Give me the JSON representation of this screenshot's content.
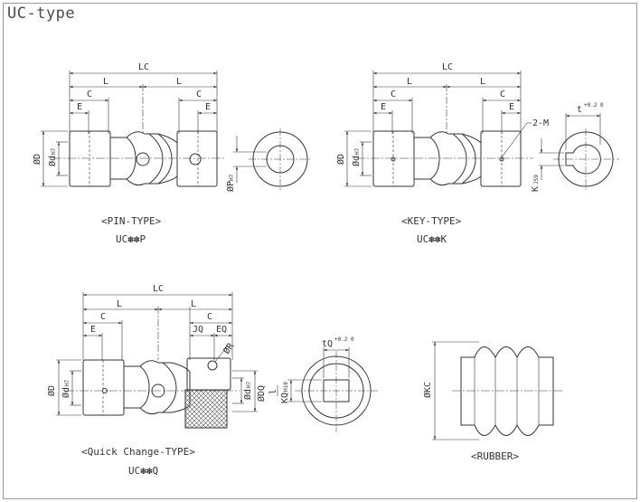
{
  "page_title": "UC-type",
  "pin_type": {
    "dims": {
      "lc": "LC",
      "l_left": "L",
      "l_right": "L",
      "c_left": "C",
      "c_right": "C",
      "e_left": "E",
      "e_right": "E"
    },
    "dia_d": "ØD",
    "dia_bore": "Ød",
    "bore_tol": "H7",
    "pin": "ØP",
    "pin_tol": "H7",
    "caption": "<PIN-TYPE>",
    "model": "UC✽✽P"
  },
  "key_type": {
    "dims": {
      "lc": "LC",
      "l_left": "L",
      "l_right": "L",
      "c_left": "C",
      "c_right": "C",
      "e_left": "E",
      "e_right": "E"
    },
    "dia_d": "ØD",
    "dia_bore": "Ød",
    "bore_tol": "H7",
    "screw": "2-M",
    "keyway_t": "t",
    "keyway_t_tol": "+0.2\n0",
    "keyway_k": "K",
    "keyway_k_tol": "JS9",
    "caption": "<KEY-TYPE>",
    "model": "UC✽✽K"
  },
  "quick_type": {
    "dims": {
      "lc": "LC",
      "l_left": "L",
      "l_right": "L",
      "c_left": "C",
      "c_right": "C",
      "e_left": "E",
      "jq": "JQ",
      "eq": "EQ",
      "r": "ØR"
    },
    "dia_d": "ØD",
    "dia_bore": "Ød",
    "bore_tol": "H7",
    "dia_dq": "ØDQ",
    "dia_bore_r": "Ød",
    "bore_tol_r": "H7",
    "caption": "<Quick Change-TYPE>",
    "model": "UC✽✽Q"
  },
  "quick_section": {
    "tq": "tQ",
    "tq_tol": "+0.2\n0",
    "kq": "KQ",
    "kq_tol": "H10",
    "l_mark": "l"
  },
  "rubber": {
    "dia": "ØKC",
    "caption": "<RUBBER>"
  }
}
